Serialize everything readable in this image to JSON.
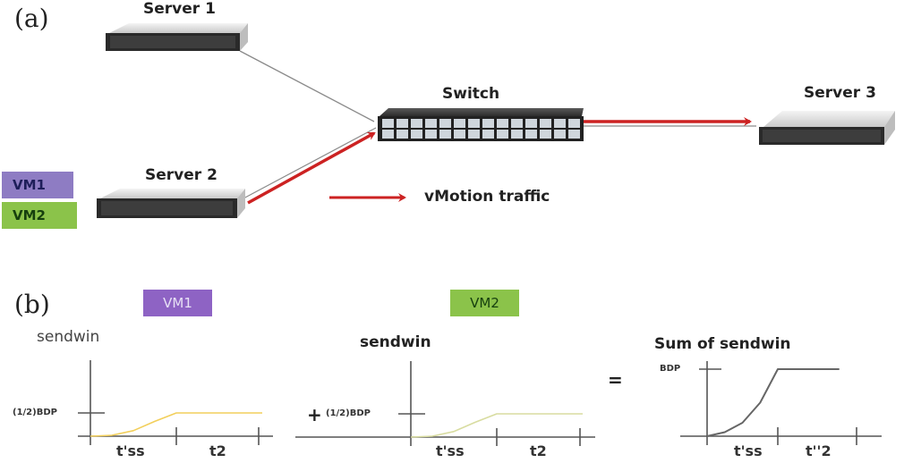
{
  "panel_a": {
    "label": "(a)",
    "nodes": {
      "server1": "Server 1",
      "server2": "Server 2",
      "server3": "Server 3",
      "switch": "Switch"
    },
    "vms": [
      {
        "label": "VM1",
        "color": "#8e7cc3"
      },
      {
        "label": "VM2",
        "color": "#8bc34a"
      }
    ],
    "legend": {
      "label": "vMotion traffic",
      "color": "#cc2222"
    }
  },
  "panel_b": {
    "label": "(b)",
    "vm_tags": [
      {
        "label": "VM1",
        "color": "#8e63c4"
      },
      {
        "label": "VM2",
        "color": "#8bc34a"
      }
    ],
    "operators": {
      "plus": "+",
      "equals": "="
    }
  },
  "chart_data": [
    {
      "type": "line",
      "title": "sendwin",
      "ylabel_tick": "(1/2)BDP",
      "x_segments": [
        "t'ss",
        "t2"
      ],
      "series": [
        {
          "name": "VM1 sendwin",
          "color": "#f2cf5b",
          "shape": "slow-start then flat",
          "x": [
            0,
            0.25,
            0.5,
            0.75,
            1,
            2
          ],
          "y": [
            0,
            0.02,
            0.12,
            0.32,
            0.5,
            0.5
          ]
        }
      ],
      "ylim": [
        0,
        1
      ],
      "xlim": [
        0,
        2
      ]
    },
    {
      "type": "line",
      "title": "sendwin",
      "ylabel_tick": "(1/2)BDP",
      "x_segments": [
        "t'ss",
        "t2"
      ],
      "series": [
        {
          "name": "VM2 sendwin",
          "color": "#d8dca0",
          "shape": "slow-start then flat",
          "x": [
            0,
            0.25,
            0.5,
            0.75,
            1,
            2
          ],
          "y": [
            0,
            0.02,
            0.12,
            0.32,
            0.5,
            0.5
          ]
        }
      ],
      "ylim": [
        0,
        1
      ],
      "xlim": [
        0,
        2
      ]
    },
    {
      "type": "line",
      "title": "Sum of sendwin",
      "ylabel_tick": "BDP",
      "x_segments": [
        "t'ss",
        "t''2"
      ],
      "series": [
        {
          "name": "Sum of sendwin",
          "color": "#666666",
          "shape": "slow-start then flat",
          "x": [
            0,
            0.25,
            0.5,
            0.75,
            1,
            1.87
          ],
          "y": [
            0,
            0.06,
            0.2,
            0.5,
            1,
            1
          ]
        }
      ],
      "ylim": [
        0,
        1.1
      ],
      "xlim": [
        0,
        2
      ]
    }
  ]
}
